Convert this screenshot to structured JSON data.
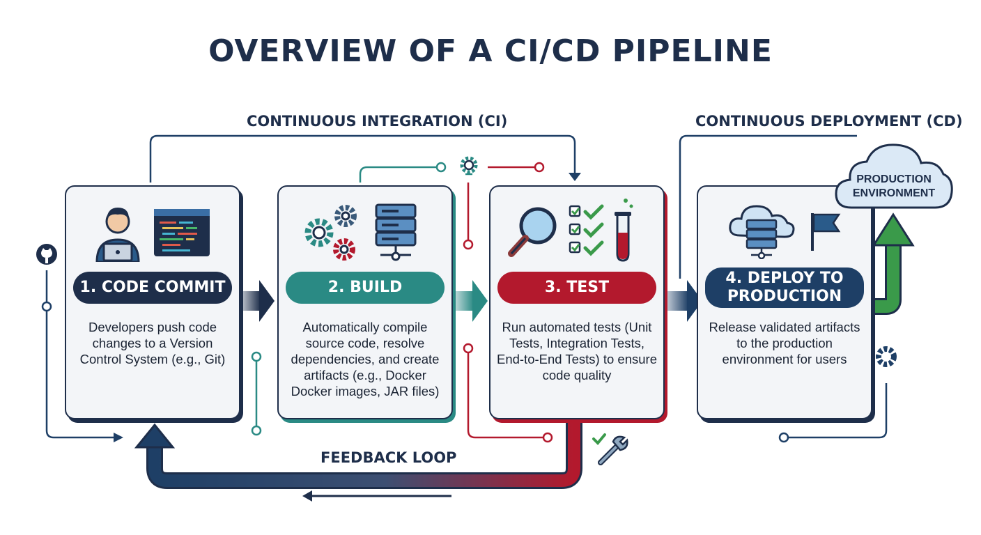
{
  "title": "OVERVIEW OF A CI/CD PIPELINE",
  "sections": {
    "ci": "CONTINUOUS INTEGRATION (CI)",
    "cd": "CONTINUOUS DEPLOYMENT (CD)"
  },
  "stages": [
    {
      "label": "1. CODE COMMIT",
      "color": "#1e2e4a",
      "description": "Developers push code changes to a Version Control System (e.g., Git)",
      "icons": [
        "developer-icon",
        "code-editor-icon"
      ]
    },
    {
      "label": "2. BUILD",
      "color": "#2a8a84",
      "description": "Automatically compile source code, resolve dependencies, and create artifacts (e.g., Docker Docker images, JAR files)",
      "icons": [
        "gears-icon",
        "server-icon"
      ]
    },
    {
      "label": "3. TEST",
      "color": "#b3192d",
      "description": "Run automated tests (Unit Tests, Integration Tests, End-to-End Tests) to ensure code quality",
      "icons": [
        "magnifier-icon",
        "checklist-icon",
        "test-tube-icon"
      ]
    },
    {
      "label": "4. DEPLOY TO PRODUCTION",
      "color": "#1e3f66",
      "description": "Release validated artifacts to the production environment for users",
      "icons": [
        "cloud-server-icon",
        "flag-icon"
      ]
    }
  ],
  "production": "PRODUCTION ENVIRONMENT",
  "feedback": "FEEDBACK LOOP",
  "colors": {
    "navy": "#1e2e4a",
    "teal": "#2a8a84",
    "red": "#b3192d",
    "green": "#3a9a4a",
    "cloud": "#dbe9f6"
  }
}
